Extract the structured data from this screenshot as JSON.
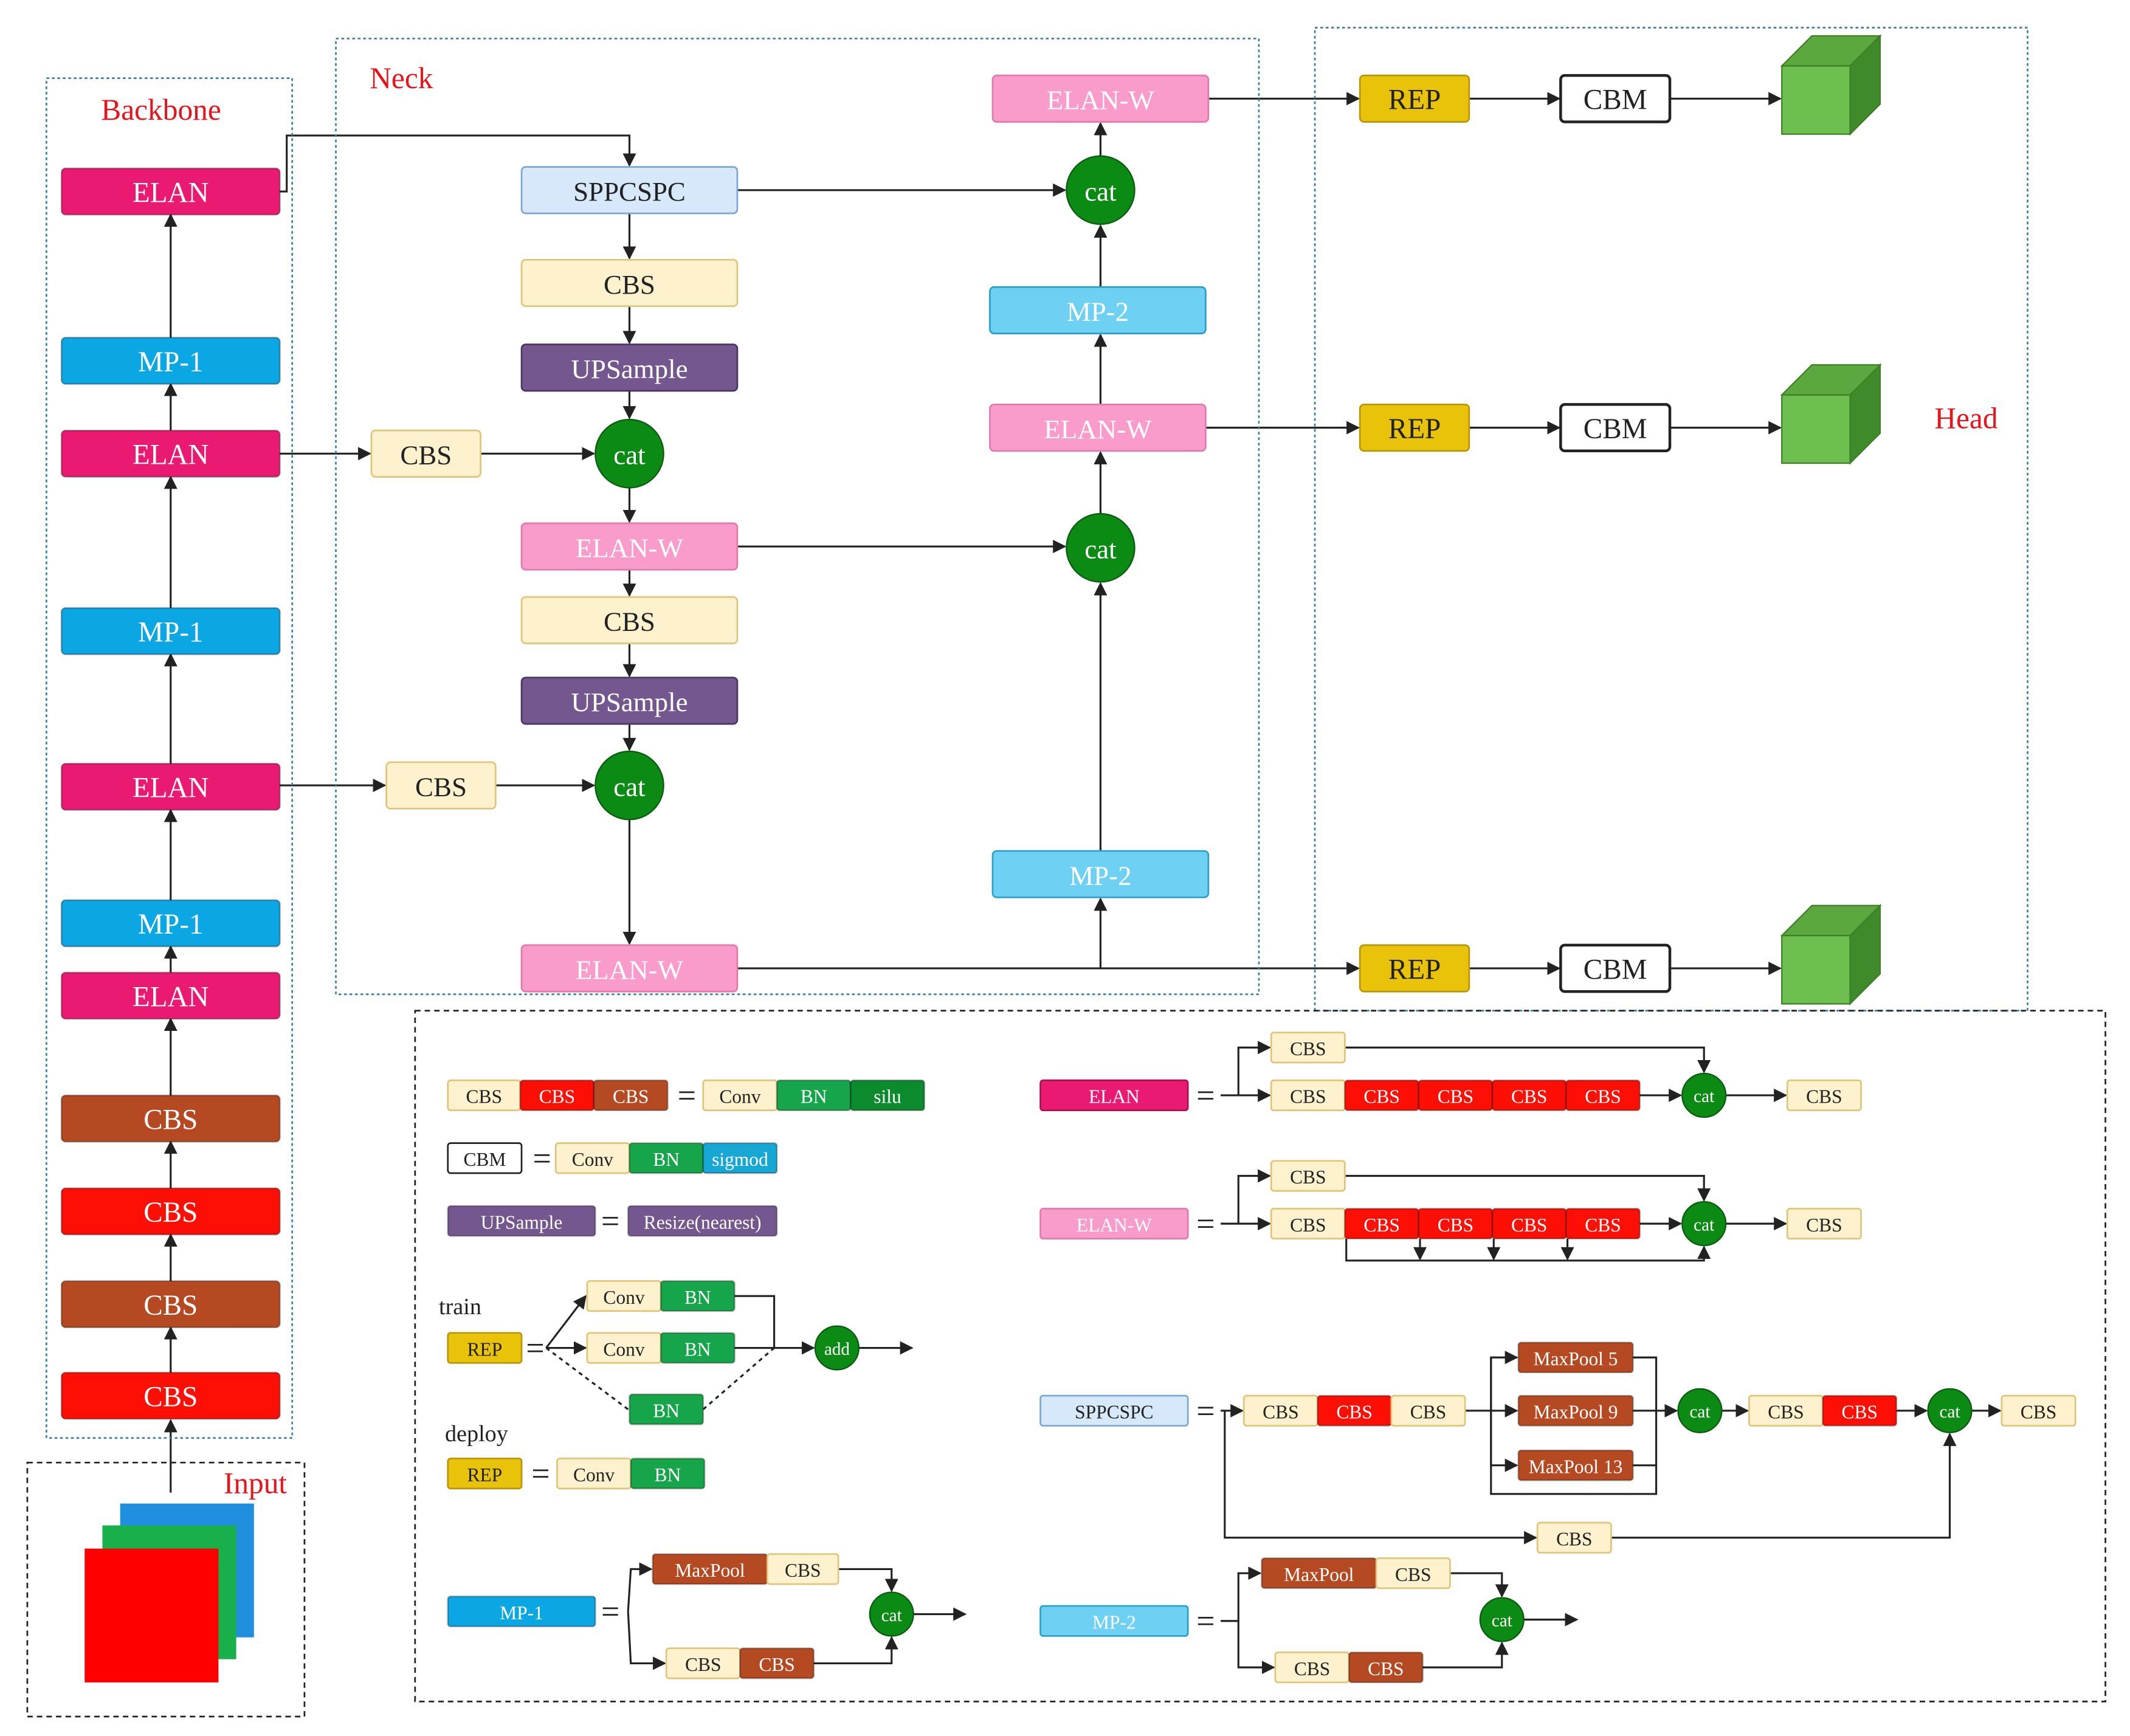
{
  "sections": {
    "backbone": "Backbone",
    "neck": "Neck",
    "head": "Head",
    "input": "Input"
  },
  "colors": {
    "elan": "#ea1a72",
    "mp1": "#0aa7e4",
    "cbs_red": "#fd0f05",
    "cbs_brown": "#b54a22",
    "cbs_light": "#fdf2cd",
    "sppcspc": "#d6e8fa",
    "upsample": "#74578f",
    "elanw": "#fa9ccb",
    "mp2": "#6ed0f2",
    "cat": "#0b8a14",
    "rep": "#e9c20a",
    "cbm": "#ffffff",
    "bn": "#16a54a",
    "silu": "#0b8a2e",
    "sigmod": "#17a7d4",
    "head_cube": "#6dbf4f",
    "section_label": "#e8141c"
  },
  "backbone": {
    "blocks": [
      "ELAN",
      "MP-1",
      "ELAN",
      "MP-1",
      "ELAN",
      "MP-1",
      "ELAN",
      "CBS",
      "CBS",
      "CBS",
      "CBS"
    ]
  },
  "neck": {
    "sppcspc": "SPPCSPC",
    "cbs_1": "CBS",
    "upsample_1": "UPSample",
    "side_cbs_1": "CBS",
    "cat_1": "cat",
    "elanw_1": "ELAN-W",
    "cbs_2": "CBS",
    "upsample_2": "UPSample",
    "side_cbs_2": "CBS",
    "cat_2": "cat",
    "elanw_2": "ELAN-W",
    "mp2_lower": "MP-2",
    "cat_3": "cat",
    "elanw_3": "ELAN-W",
    "mp2_upper": "MP-2",
    "cat_4": "cat",
    "elanw_4": "ELAN-W"
  },
  "head": {
    "rep": "REP",
    "cbm": "CBM"
  },
  "legend": {
    "cbs_def": {
      "terms": [
        "CBS",
        "CBS",
        "CBS"
      ],
      "parts": [
        "Conv",
        "BN",
        "silu"
      ]
    },
    "cbm_def": {
      "term": "CBM",
      "parts": [
        "Conv",
        "BN",
        "sigmod"
      ]
    },
    "upsample_def": {
      "term": "UPSample",
      "parts": [
        "Resize(nearest)"
      ]
    },
    "rep_train": {
      "label": "train",
      "term": "REP",
      "branch1": [
        "Conv",
        "BN"
      ],
      "branch2": [
        "Conv",
        "BN"
      ],
      "branch3": "BN",
      "add": "add"
    },
    "rep_deploy": {
      "label": "deploy",
      "term": "REP",
      "parts": [
        "Conv",
        "BN"
      ]
    },
    "mp1_def": {
      "term": "MP-1",
      "top": [
        "MaxPool",
        "CBS"
      ],
      "bottom": [
        "CBS",
        "CBS"
      ],
      "cat": "cat"
    },
    "elan_def": {
      "term": "ELAN",
      "top": "CBS",
      "chain": [
        "CBS",
        "CBS",
        "CBS",
        "CBS",
        "CBS"
      ],
      "cat": "cat",
      "out": "CBS"
    },
    "elanw_def": {
      "term": "ELAN-W",
      "top": "CBS",
      "chain": [
        "CBS",
        "CBS",
        "CBS",
        "CBS",
        "CBS"
      ],
      "cat": "cat",
      "out": "CBS"
    },
    "sppcspc_def": {
      "term": "SPPCSPC",
      "chain": [
        "CBS",
        "CBS",
        "CBS"
      ],
      "pools": [
        "MaxPool 5",
        "MaxPool 9",
        "MaxPool 13"
      ],
      "cat1": "cat",
      "chain2": [
        "CBS",
        "CBS"
      ],
      "cat2": "cat",
      "out": "CBS",
      "bypass": "CBS"
    },
    "mp2_def": {
      "term": "MP-2",
      "top": [
        "MaxPool",
        "CBS"
      ],
      "bottom": [
        "CBS",
        "CBS"
      ],
      "cat": "cat"
    }
  }
}
